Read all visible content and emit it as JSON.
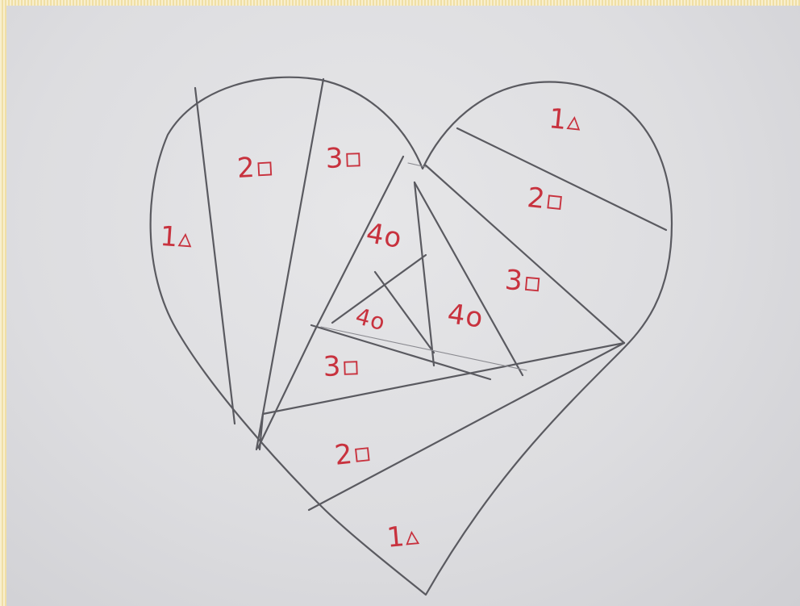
{
  "labels": {
    "top_right_1": "1▵",
    "top_right_2": "2▫",
    "right_3": "3▫",
    "right_4": "4o",
    "left_1": "1▵",
    "left_2": "2▫",
    "upper_3": "3▫",
    "inner_4_top": "4o",
    "inner_4_small": "4o",
    "inner_3": "3▫",
    "bottom_2": "2▫",
    "bottom_1": "1▵"
  }
}
